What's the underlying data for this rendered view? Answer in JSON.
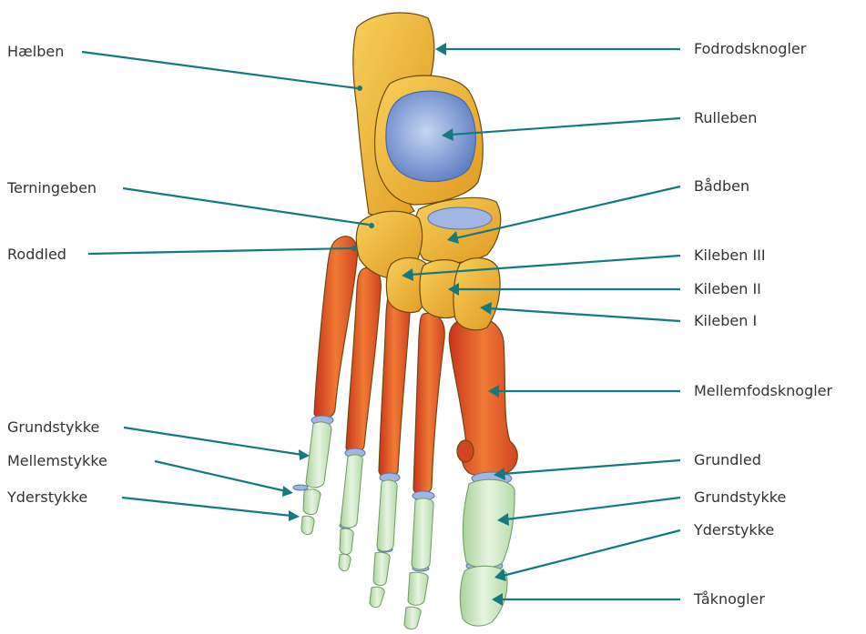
{
  "colors": {
    "leader": "#147a80",
    "tarsal": "#f2b733",
    "talus_cartilage": "#8aa6d8",
    "metatarsal": "#e6542a",
    "phalanx": "#c9e6c0",
    "text": "#333333"
  },
  "labels": {
    "left": [
      {
        "id": "haelben",
        "text": "Hælben"
      },
      {
        "id": "terningeben",
        "text": "Terningeben"
      },
      {
        "id": "roddled",
        "text": "Roddled"
      },
      {
        "id": "grundstykke-l",
        "text": "Grundstykke"
      },
      {
        "id": "mellemstykke",
        "text": "Mellemstykke"
      },
      {
        "id": "yderstykke-l",
        "text": "Yderstykke"
      }
    ],
    "right": [
      {
        "id": "fodrodsknogler",
        "text": "Fodrodsknogler"
      },
      {
        "id": "rulleben",
        "text": "Rulleben"
      },
      {
        "id": "badben",
        "text": "Bådben"
      },
      {
        "id": "kileben-3",
        "text": "Kileben III"
      },
      {
        "id": "kileben-2",
        "text": "Kileben II"
      },
      {
        "id": "kileben-1",
        "text": "Kileben I"
      },
      {
        "id": "mellemfodsknogler",
        "text": "Mellemfodsknogler"
      },
      {
        "id": "grundled",
        "text": "Grundled"
      },
      {
        "id": "grundstykke-r",
        "text": "Grundstykke"
      },
      {
        "id": "yderstykke-r",
        "text": "Yderstykke"
      },
      {
        "id": "taknogler",
        "text": "Tåknogler"
      }
    ]
  }
}
